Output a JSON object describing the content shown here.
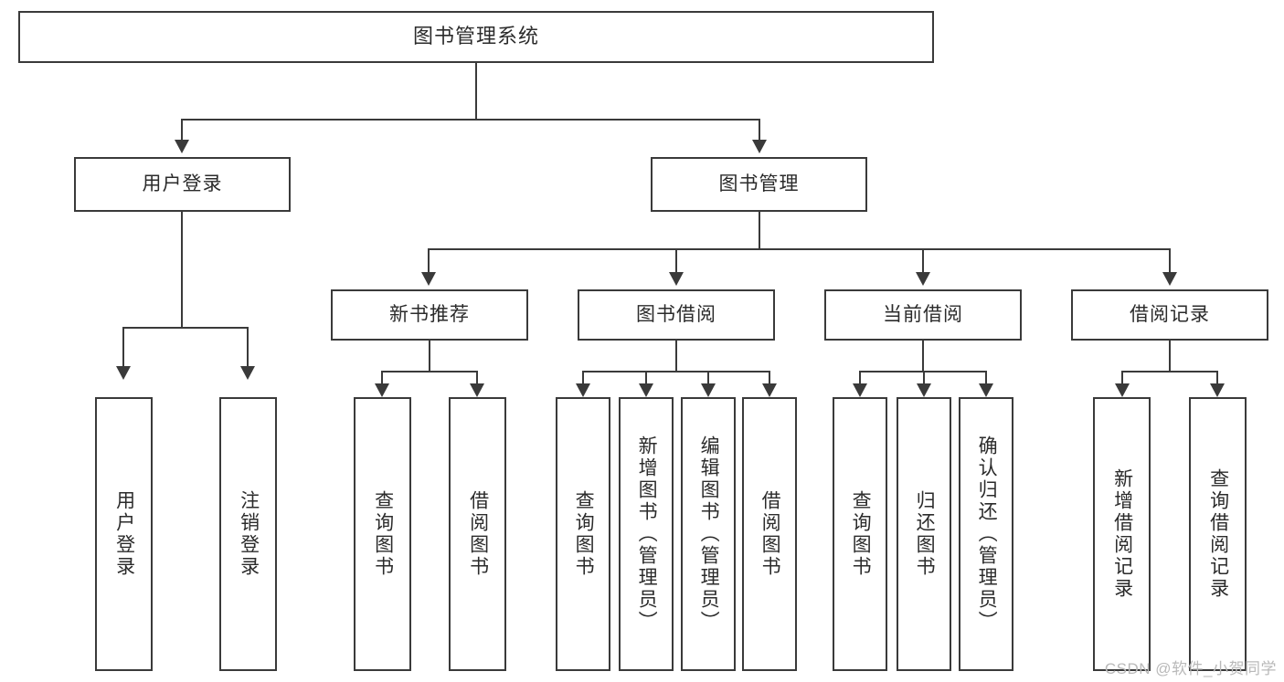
{
  "diagram": {
    "title": "图书管理系统",
    "type": "hierarchy-tree",
    "root": {
      "label": "图书管理系统"
    },
    "level2": [
      {
        "id": "user-login",
        "label": "用户登录"
      },
      {
        "id": "book-manage",
        "label": "图书管理"
      }
    ],
    "level3": [
      {
        "id": "new-book-recommend",
        "label": "新书推荐"
      },
      {
        "id": "book-borrow",
        "label": "图书借阅"
      },
      {
        "id": "current-borrow",
        "label": "当前借阅"
      },
      {
        "id": "borrow-record",
        "label": "借阅记录"
      }
    ],
    "leaves": {
      "user_login": [
        {
          "id": "leaf-user-login",
          "label": "用户登录"
        },
        {
          "id": "leaf-logout-login",
          "label": "注销登录"
        }
      ],
      "new_book_recommend": [
        {
          "id": "leaf-query-book-1",
          "label": "查询图书"
        },
        {
          "id": "leaf-borrow-book-1",
          "label": "借阅图书"
        }
      ],
      "book_borrow": [
        {
          "id": "leaf-query-book-2",
          "label": "查询图书"
        },
        {
          "id": "leaf-add-book-admin",
          "label": "新增图书（管理员）"
        },
        {
          "id": "leaf-edit-book-admin",
          "label": "编辑图书（管理员）"
        },
        {
          "id": "leaf-borrow-book-2",
          "label": "借阅图书"
        }
      ],
      "current_borrow": [
        {
          "id": "leaf-query-book-3",
          "label": "查询图书"
        },
        {
          "id": "leaf-return-book",
          "label": "归还图书"
        },
        {
          "id": "leaf-confirm-return-admin",
          "label": "确认归还（管理员）"
        }
      ],
      "borrow_record": [
        {
          "id": "leaf-add-borrow-record",
          "label": "新增借阅记录"
        },
        {
          "id": "leaf-query-borrow-record",
          "label": "查询借阅记录"
        }
      ]
    }
  },
  "watermark": {
    "text": "CSDN @软件_小贺同学"
  },
  "colors": {
    "stroke": "#3a3a3a",
    "text": "#2b2b2b",
    "background": "#ffffff",
    "watermark": "#b9b9b9"
  }
}
